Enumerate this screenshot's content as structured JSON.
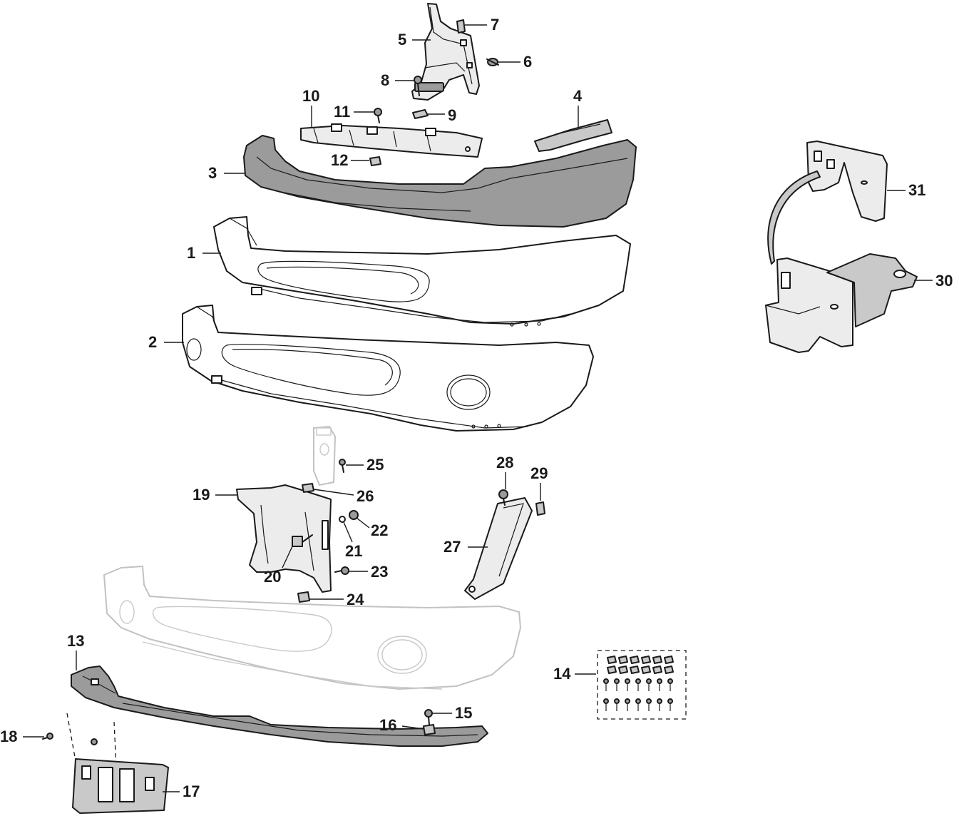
{
  "diagram": {
    "callouts": {
      "c1": "1",
      "c2": "2",
      "c3": "3",
      "c4": "4",
      "c5": "5",
      "c6": "6",
      "c7": "7",
      "c8": "8",
      "c9": "9",
      "c10": "10",
      "c11": "11",
      "c12": "12",
      "c13": "13",
      "c14": "14",
      "c15": "15",
      "c16": "16",
      "c17": "17",
      "c18": "18",
      "c19": "19",
      "c20": "20",
      "c21": "21",
      "c22": "22",
      "c23": "23",
      "c24": "24",
      "c25": "25",
      "c26": "26",
      "c27": "27",
      "c28": "28",
      "c29": "29",
      "c30": "30",
      "c31": "31"
    }
  }
}
